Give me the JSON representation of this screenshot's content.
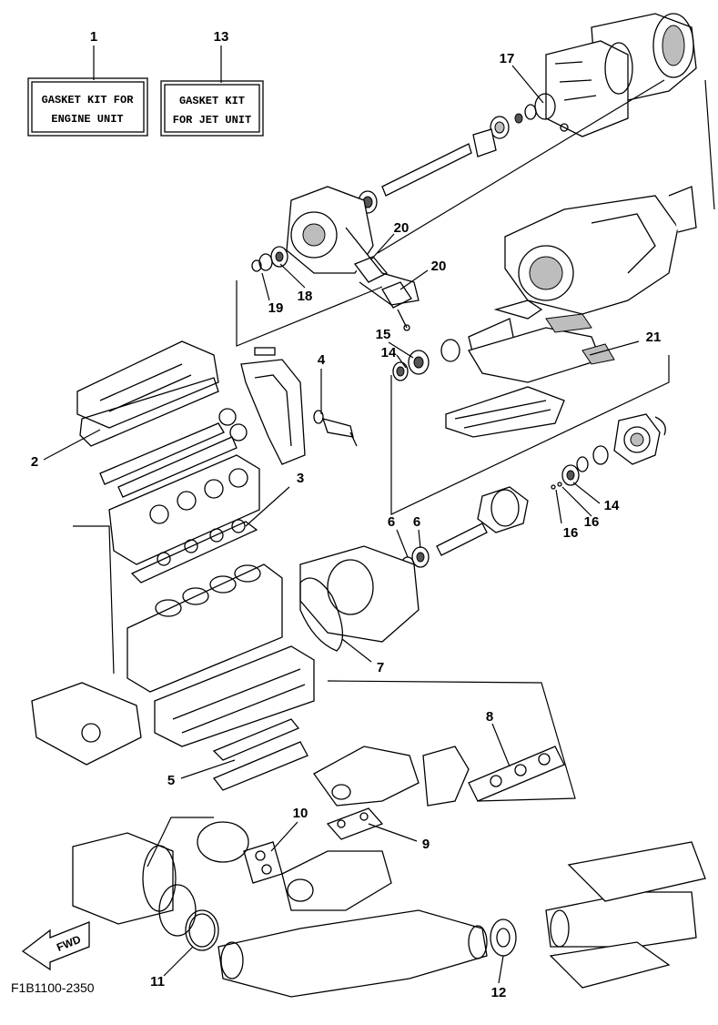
{
  "callouts": {
    "n1": "1",
    "n2": "2",
    "n3": "3",
    "n4": "4",
    "n5": "5",
    "n6a": "6",
    "n6b": "6",
    "n7": "7",
    "n8": "8",
    "n9": "9",
    "n10": "10",
    "n11": "11",
    "n12": "12",
    "n13": "13",
    "n14a": "14",
    "n14b": "14",
    "n15": "15",
    "n16a": "16",
    "n16b": "16",
    "n17": "17",
    "n18": "18",
    "n19": "19",
    "n20a": "20",
    "n20b": "20",
    "n21": "21"
  },
  "kits": {
    "engine_line1": "GASKET KIT FOR",
    "engine_line2": "ENGINE UNIT",
    "jet_line1": "GASKET KIT",
    "jet_line2": "FOR JET UNIT"
  },
  "fwd_label": "FWD",
  "drawing_number": "F1B1100-2350",
  "icons": {
    "forward_arrow": "fwd-arrow-icon"
  }
}
